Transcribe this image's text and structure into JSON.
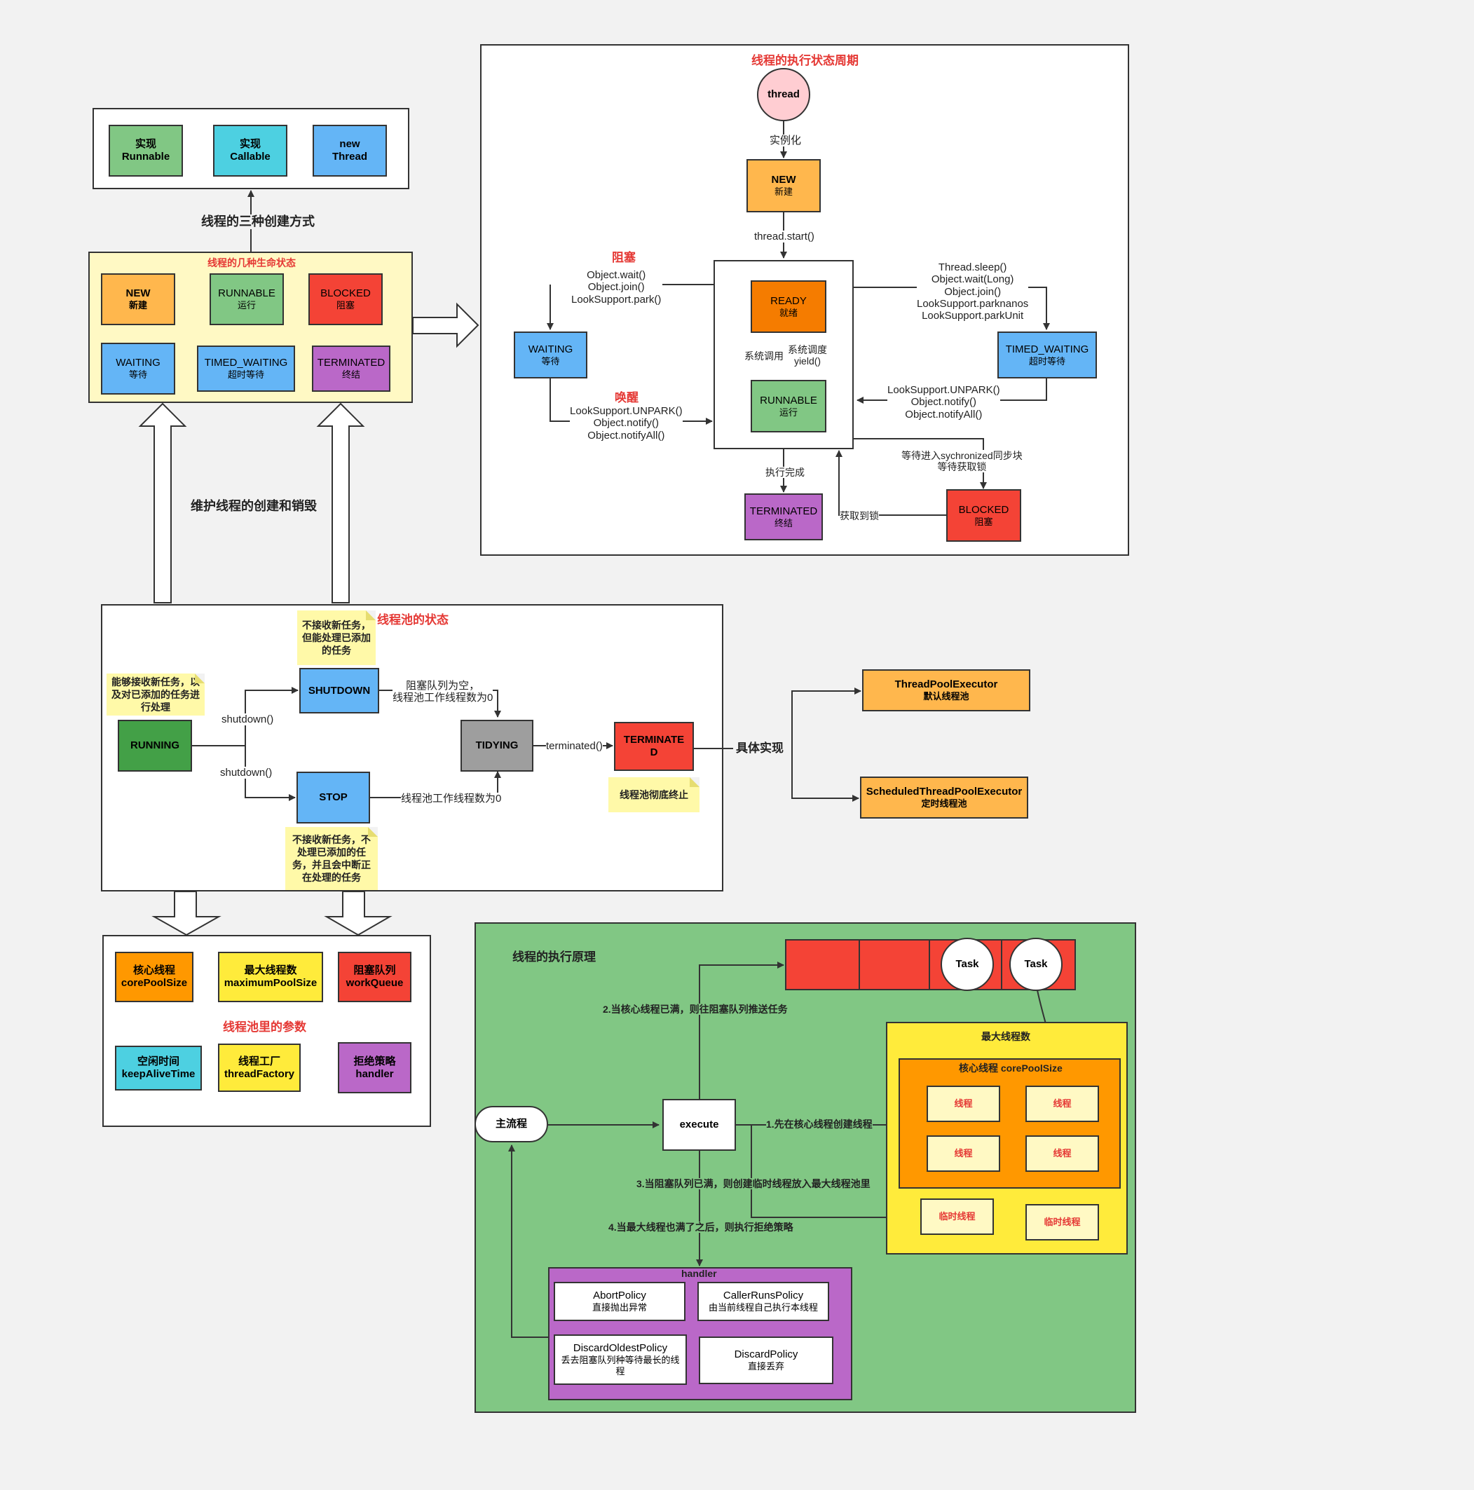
{
  "creation": {
    "title": "线程的三种创建方式",
    "items": [
      {
        "line1": "实现",
        "line2": "Runnable",
        "color": "#81c784"
      },
      {
        "line1": "实现",
        "line2": "Callable",
        "color": "#4dd0e1"
      },
      {
        "line1": "new",
        "line2": "Thread",
        "color": "#64b5f6"
      }
    ]
  },
  "lifecycle": {
    "title": "线程的几种生命状态",
    "states": [
      {
        "en": "NEW",
        "zh": "新建",
        "color": "#ffb74d"
      },
      {
        "en": "RUNNABLE",
        "zh": "运行",
        "color": "#81c784"
      },
      {
        "en": "BLOCKED",
        "zh": "阻塞",
        "color": "#f44336"
      },
      {
        "en": "WAITING",
        "zh": "等待",
        "color": "#64b5f6"
      },
      {
        "en": "TIMED_WAITING",
        "zh": "超时等待",
        "color": "#64b5f6"
      },
      {
        "en": "TERMINATED",
        "zh": "终结",
        "color": "#ba68c8"
      }
    ]
  },
  "maintain_label": "维护线程的创建和销毁",
  "exec": {
    "title": "线程的执行状态周期",
    "thread": "thread",
    "instantiate": "实例化",
    "new_en": "NEW",
    "new_zh": "新建",
    "start": "thread.start()",
    "ready_en": "READY",
    "ready_zh": "就绪",
    "run_en": "RUNNABLE",
    "run_zh": "运行",
    "sys_call": "系统调用",
    "sys_sched": "系统调度",
    "yield": "yield()",
    "block_title": "阻塞",
    "block_calls": [
      "Object.wait()",
      "Object.join()",
      "LookSupport.park()"
    ],
    "waiting_en": "WAITING",
    "waiting_zh": "等待",
    "wake_title": "唤醒",
    "wake_calls": [
      "LookSupport.UNPARK()",
      "Object.notify()",
      "Object.notifyAll()"
    ],
    "timed_calls": [
      "Thread.sleep()",
      "Object.wait(Long)",
      "Object.join()",
      "LookSupport.parknanos",
      "LookSupport.parkUnit"
    ],
    "timed_en": "TIMED_WAITING",
    "timed_zh": "超时等待",
    "timed_wake": [
      "LookSupport.UNPARK()",
      "Object.notify()",
      "Object.notifyAll()"
    ],
    "sync_wait": [
      "等待进入sychronized同步块",
      "等待获取锁"
    ],
    "done": "执行完成",
    "term_en": "TERMINATED",
    "term_zh": "终结",
    "blocked_en": "BLOCKED",
    "blocked_zh": "阻塞",
    "got_lock": "获取到锁"
  },
  "pool_state": {
    "title": "线程池的状态",
    "running": "RUNNING",
    "running_note": "能够接收新任务，以及对已添加的任务进行处理",
    "shutdown": "SHUTDOWN",
    "shutdown_note": "不接收新任务，但能处理已添加的任务",
    "stop": "STOP",
    "stop_note": "不接收新任务，不处理已添加的任务，并且会中断正在处理的任务",
    "tidying": "TIDYING",
    "terminated": "TERMINATED",
    "terminated_note": "线程池彻底终止",
    "shutdown_call1": "shutdown()",
    "shutdown_call2": "shutdown()",
    "cond1": [
      "阻塞队列为空，",
      "线程池工作线程数为0"
    ],
    "cond2": "线程池工作线程数为0",
    "terminated_call": "terminated()"
  },
  "impl": {
    "label": "具体实现",
    "items": [
      {
        "name": "ThreadPoolExecutor",
        "zh": "默认线程池"
      },
      {
        "name": "ScheduledThreadPoolExecutor",
        "zh": "定时线程池"
      }
    ]
  },
  "params": {
    "title": "线程池里的参数",
    "items": [
      {
        "zh": "核心线程",
        "en": "corePoolSize",
        "color": "#ff9800"
      },
      {
        "zh": "最大线程数",
        "en": "maximumPoolSize",
        "color": "#ffeb3b"
      },
      {
        "zh": "阻塞队列",
        "en": "workQueue",
        "color": "#f44336"
      },
      {
        "zh": "空闲时间",
        "en": "keepAliveTime",
        "color": "#4dd0e1"
      },
      {
        "zh": "线程工厂",
        "en": "threadFactory",
        "color": "#ffeb3b"
      },
      {
        "zh": "拒绝策略",
        "en": "handler",
        "color": "#ba68c8"
      }
    ]
  },
  "principle": {
    "title": "线程的执行原理",
    "main": "主流程",
    "execute": "execute",
    "tasks": [
      "Task",
      "Task"
    ],
    "step1": "1.先在核心线程创建线程",
    "step2": "2.当核心线程已满，则往阻塞队列推送任务",
    "step3": "3.当阻塞队列已满，则创建临时线程放入最大线程池里",
    "step4": "4.当最大线程也满了之后，则执行拒绝策略",
    "max_title": "最大线程数",
    "core_title": "核心线程 corePoolSize",
    "thread": "线程",
    "temp": "临时线程",
    "handler": "handler",
    "policies": [
      {
        "name": "AbortPolicy",
        "desc": "直接抛出异常"
      },
      {
        "name": "CallerRunsPolicy",
        "desc": "由当前线程自己执行本线程"
      },
      {
        "name": "DiscardOldestPolicy",
        "desc": "丢去阻塞队列种等待最长的线程"
      },
      {
        "name": "DiscardPolicy",
        "desc": "直接丢弃"
      }
    ]
  }
}
